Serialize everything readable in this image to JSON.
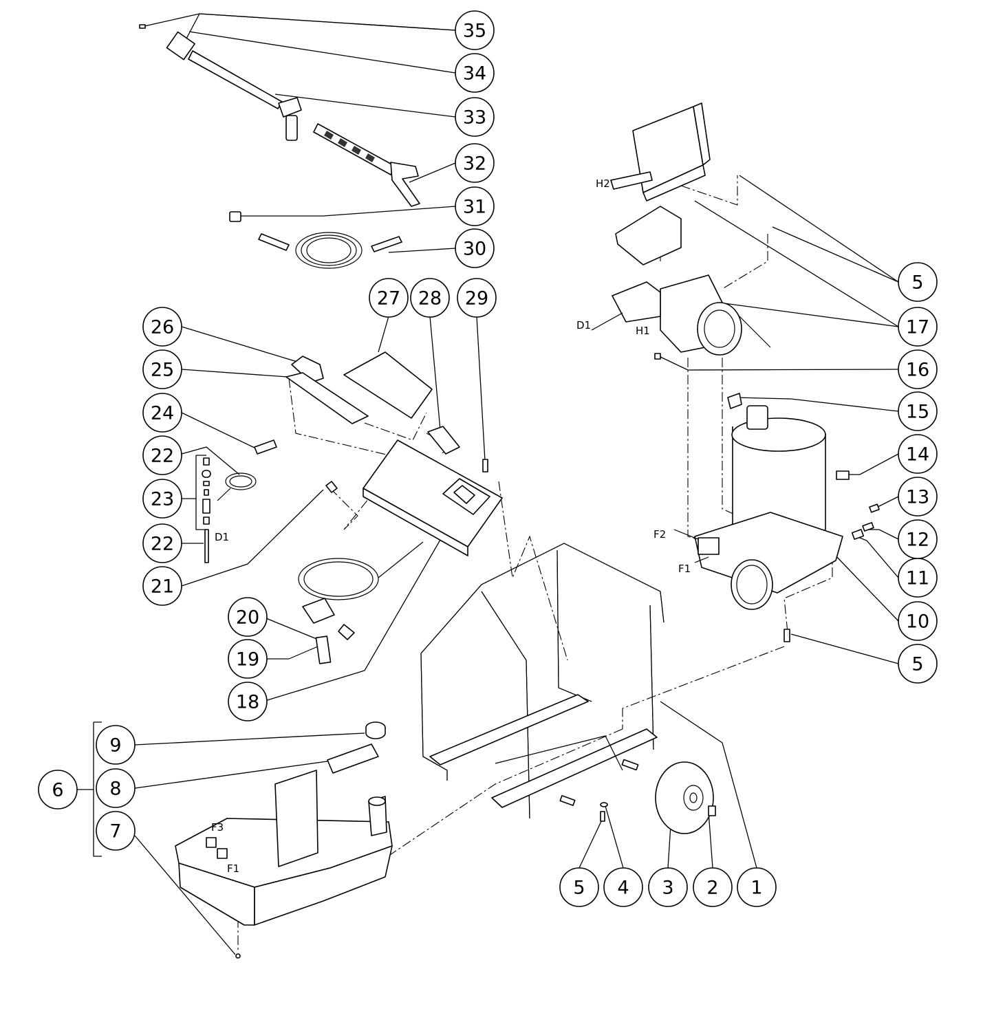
{
  "balloons": [
    {
      "id": "b35",
      "num": "35"
    },
    {
      "id": "b34",
      "num": "34"
    },
    {
      "id": "b33",
      "num": "33"
    },
    {
      "id": "b32",
      "num": "32"
    },
    {
      "id": "b31",
      "num": "31"
    },
    {
      "id": "b30",
      "num": "30"
    },
    {
      "id": "b27",
      "num": "27"
    },
    {
      "id": "b28",
      "num": "28"
    },
    {
      "id": "b29",
      "num": "29"
    },
    {
      "id": "b26",
      "num": "26"
    },
    {
      "id": "b25",
      "num": "25"
    },
    {
      "id": "b24",
      "num": "24"
    },
    {
      "id": "b22a",
      "num": "22"
    },
    {
      "id": "b23",
      "num": "23"
    },
    {
      "id": "b22b",
      "num": "22"
    },
    {
      "id": "b21",
      "num": "21"
    },
    {
      "id": "b20",
      "num": "20"
    },
    {
      "id": "b19",
      "num": "19"
    },
    {
      "id": "b18",
      "num": "18"
    },
    {
      "id": "b9",
      "num": "9"
    },
    {
      "id": "b8",
      "num": "8"
    },
    {
      "id": "b6",
      "num": "6"
    },
    {
      "id": "b7",
      "num": "7"
    },
    {
      "id": "b5a",
      "num": "5"
    },
    {
      "id": "b17",
      "num": "17"
    },
    {
      "id": "b16",
      "num": "16"
    },
    {
      "id": "b15",
      "num": "15"
    },
    {
      "id": "b14",
      "num": "14"
    },
    {
      "id": "b13",
      "num": "13"
    },
    {
      "id": "b12",
      "num": "12"
    },
    {
      "id": "b11",
      "num": "11"
    },
    {
      "id": "b10",
      "num": "10"
    },
    {
      "id": "b5b",
      "num": "5"
    },
    {
      "id": "b5c",
      "num": "5"
    },
    {
      "id": "b4",
      "num": "4"
    },
    {
      "id": "b3",
      "num": "3"
    },
    {
      "id": "b2",
      "num": "2"
    },
    {
      "id": "b1",
      "num": "1"
    }
  ],
  "callouts": {
    "h2": "H2",
    "h1": "H1",
    "d1_pump": "D1",
    "d1_lance": "D1",
    "f2": "F2",
    "f1_burner": "F1",
    "f3": "F3",
    "f1_tank": "F1"
  }
}
